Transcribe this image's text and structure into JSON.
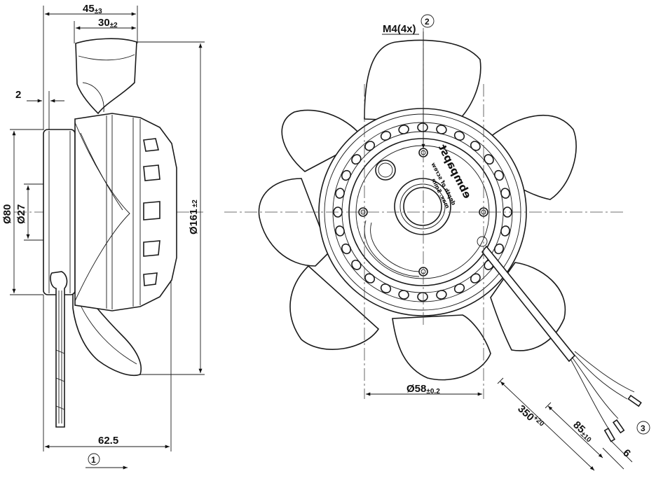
{
  "dimensions": {
    "overall_depth": "45",
    "overall_depth_tol": "±3",
    "blade_depth": "30",
    "blade_depth_tol": "±2",
    "flange_gap": "2",
    "diameter_80": "Ø80",
    "diameter_27": "Ø27",
    "fan_diameter": "Ø161",
    "fan_diameter_tol": "±2",
    "bottom_length": "62.5",
    "bolt_circle": "Ø58",
    "bolt_circle_tol": "±0.2",
    "cable_length": "350",
    "cable_length_tol": "+20",
    "lead_strip": "85",
    "lead_strip_tol": "±10",
    "wire_end": "6",
    "thread": "M4(4x)"
  },
  "callouts": {
    "c1": "1",
    "c2": "2",
    "c3": "3"
  },
  "nameplate": {
    "brand": "ebmpapst",
    "line1": "depth of screw",
    "line2": "max. 5mm"
  }
}
